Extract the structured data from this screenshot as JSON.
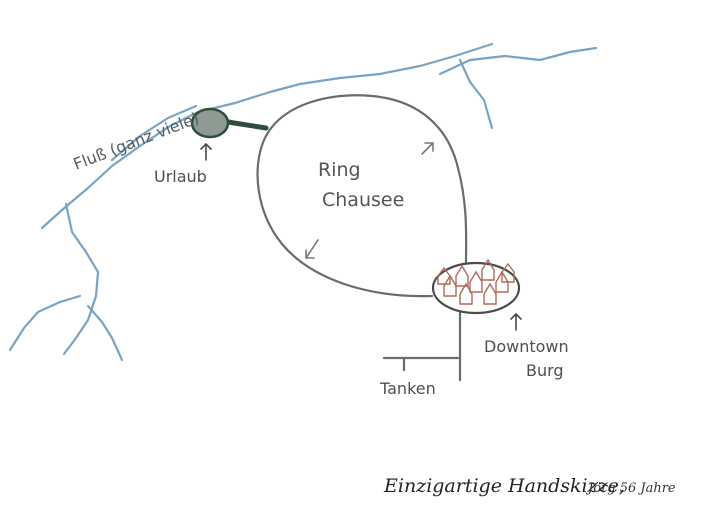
{
  "map": {
    "river_label": "Fluß (ganz viele)",
    "vacation_label": "Urlaub",
    "ring_road_label_line1": "Ring",
    "ring_road_label_line2": "Chausee",
    "downtown_label_line1": "Downtown",
    "downtown_label_line2": "Burg",
    "gas_station_label": "Tanken"
  },
  "caption": {
    "title": "Einzigartige Handskizze,",
    "author": "Jörg 56 Jahre"
  },
  "colors": {
    "river": "#7aa3c3",
    "road": "#6b6b6b",
    "lake_fill": "#8f9a94",
    "lake_outline": "#2f4d3d",
    "houses": "#b06a5a",
    "background": "#ffffff"
  },
  "icons": {
    "lake": "lake-icon",
    "town_houses": "houses-icon",
    "arrow_up": "arrow-up-icon"
  }
}
